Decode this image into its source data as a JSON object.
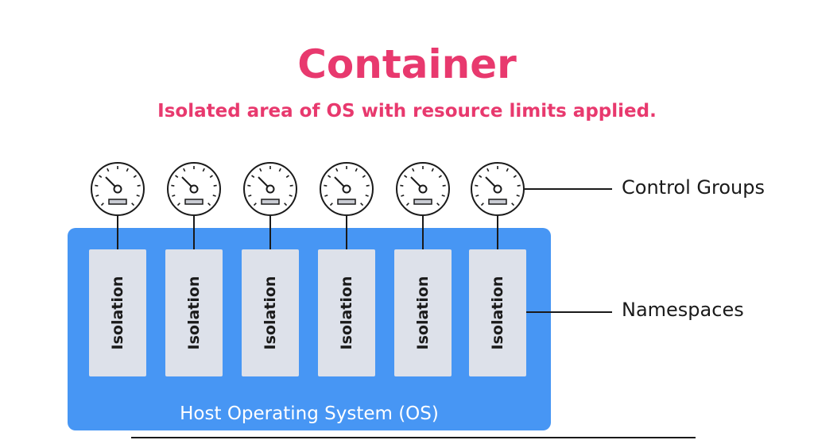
{
  "title": "Container",
  "subtitle": "Isolated area of OS with resource limits applied.",
  "host_label": "Host Operating System (OS)",
  "isolation_units": [
    {
      "label": "Isolation"
    },
    {
      "label": "Isolation"
    },
    {
      "label": "Isolation"
    },
    {
      "label": "Isolation"
    },
    {
      "label": "Isolation"
    },
    {
      "label": "Isolation"
    }
  ],
  "callouts": {
    "control_groups": "Control Groups",
    "namespaces": "Namespaces"
  },
  "colors": {
    "title": "#e8396e",
    "host": "#4796f4",
    "isolation_box": "#dde1ea",
    "ink": "#1a1a1a"
  },
  "icons": [
    "gauge-icon"
  ]
}
